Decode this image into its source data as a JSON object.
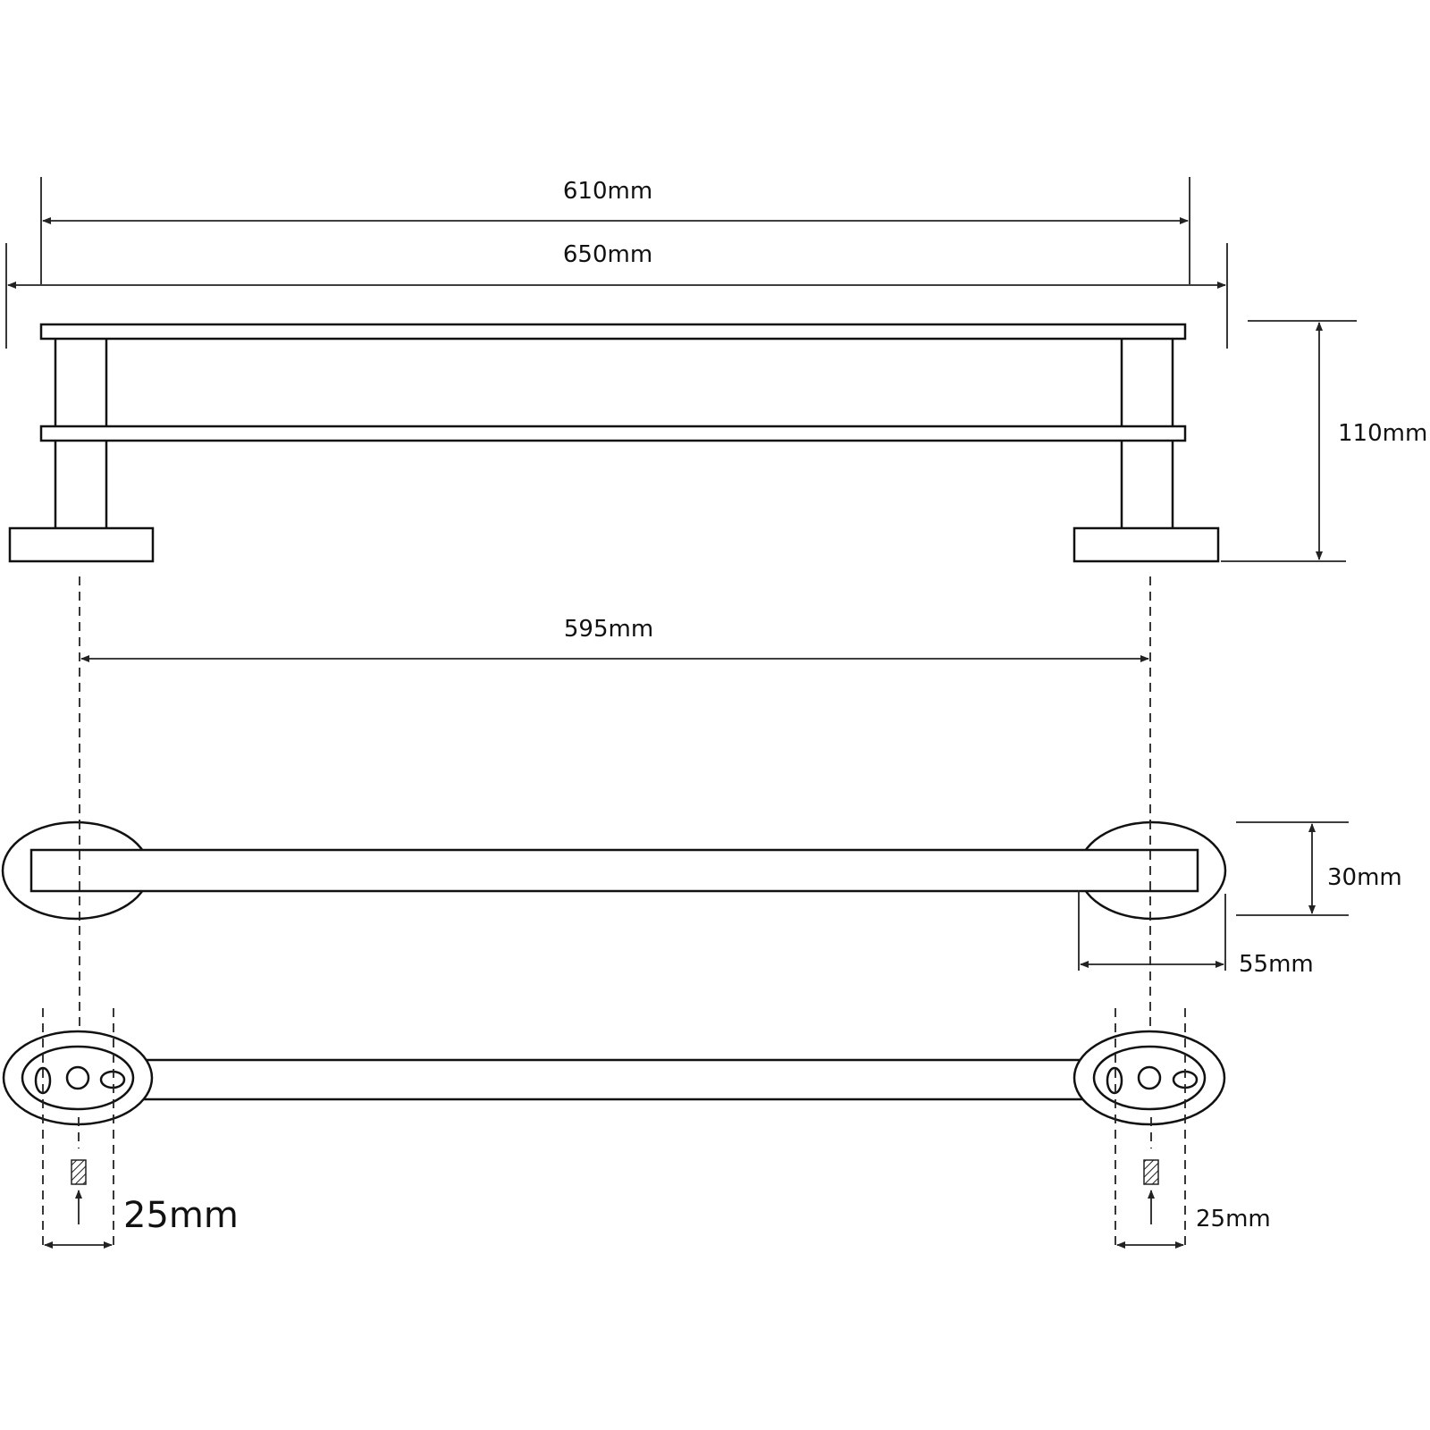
{
  "dimensions": {
    "rail_length": "610mm",
    "overall_width": "650mm",
    "height": "110mm",
    "fixing_centres": "595mm",
    "base_depth": "30mm",
    "base_width": "55mm",
    "hole_spacing_left": "25mm",
    "hole_spacing_right": "25mm"
  },
  "colors": {
    "line": "#111111",
    "background": "#ffffff"
  }
}
